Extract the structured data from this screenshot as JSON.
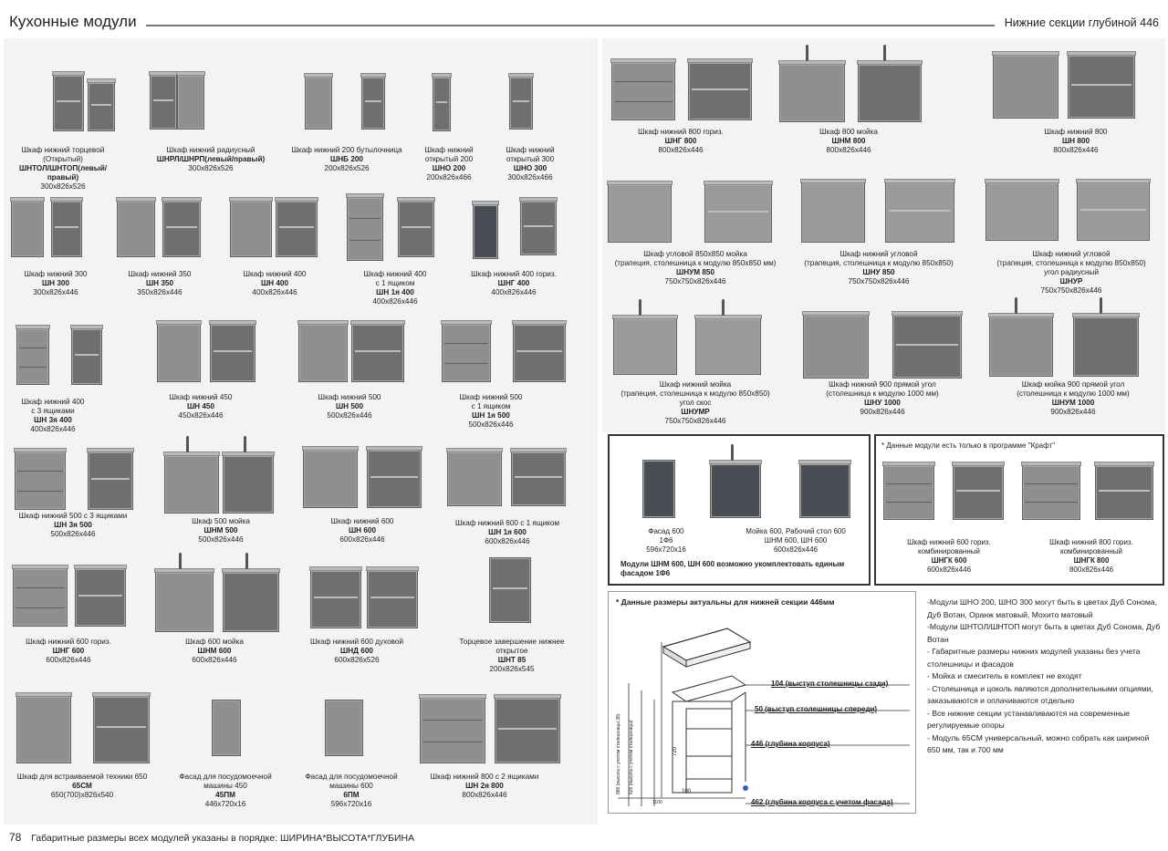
{
  "header": {
    "title": "Кухонные модули",
    "section": "Нижние секции глубиной  446"
  },
  "footer": {
    "page_number": "78",
    "text": "Габаритные размеры всех модулей указаны в порядке: ШИРИНА*ВЫСОТА*ГЛУБИНА"
  },
  "items": [
    {
      "lines": [
        "Шкаф нижний торцевой",
        "(Открытый)"
      ],
      "code": "ШНТОЛ/ШНТОП(левый/правый)",
      "size": "300x826x526"
    },
    {
      "lines": [
        "Шкаф нижний радиусный"
      ],
      "code": "ШНРЛ/ШНРП(левый/правый)",
      "size": "300x826x526"
    },
    {
      "lines": [
        "Шкаф нижний 200 бутылочница"
      ],
      "code": "ШНБ 200",
      "size": "200x826x526"
    },
    {
      "lines": [
        "Шкаф нижний",
        "открытый 200"
      ],
      "code": "ШНО 200",
      "size": "200x826x466"
    },
    {
      "lines": [
        "Шкаф нижний",
        "открытый 300"
      ],
      "code": "ШНО 300",
      "size": "300x826x466"
    },
    {
      "lines": [
        "Шкаф нижний 300"
      ],
      "code": "ШН 300",
      "size": "300x826x446"
    },
    {
      "lines": [
        "Шкаф нижний 350"
      ],
      "code": "ШН 350",
      "size": "350x826x446"
    },
    {
      "lines": [
        "Шкаф нижний 400"
      ],
      "code": "ШН 400",
      "size": "400x826x446"
    },
    {
      "lines": [
        "Шкаф нижний 400",
        "с 1 ящиком"
      ],
      "code": "ШН 1я 400",
      "size": "400x826x446"
    },
    {
      "lines": [
        "Шкаф нижний 400 гориз."
      ],
      "code": "ШНГ 400",
      "size": "400x826x446"
    },
    {
      "lines": [
        "Шкаф нижний 400",
        "с 3 ящиками"
      ],
      "code": "ШН 3я 400",
      "size": "400x826x446"
    },
    {
      "lines": [
        "Шкаф нижний 450"
      ],
      "code": "ШН 450",
      "size": "450x826x446"
    },
    {
      "lines": [
        "Шкаф нижний 500"
      ],
      "code": "ШН 500",
      "size": "500x826x446"
    },
    {
      "lines": [
        "Шкаф нижний 500",
        "с 1 ящиком"
      ],
      "code": "ШН 1я 500",
      "size": "500x826x446"
    },
    {
      "lines": [
        "Шкаф нижний 500 с 3 ящиками"
      ],
      "code": "ШН 3я 500",
      "size": "500x826x446"
    },
    {
      "lines": [
        "Шкаф 500 мойка"
      ],
      "code": "ШНМ 500",
      "size": "500x826x446"
    },
    {
      "lines": [
        "Шкаф нижний 600"
      ],
      "code": "ШН 600",
      "size": "600x826x446"
    },
    {
      "lines": [
        "Шкаф нижний 600 с 1 ящиком"
      ],
      "code": "ШН 1я 600",
      "size": "600x826x446"
    },
    {
      "lines": [
        "Шкаф нижний 600 гориз."
      ],
      "code": "ШНГ 600",
      "size": "600x826x446"
    },
    {
      "lines": [
        "Шкаф 600 мойка"
      ],
      "code": "ШНМ 600",
      "size": "600x826x446"
    },
    {
      "lines": [
        "Шкаф нижний 600 духовой"
      ],
      "code": "ШНД 600",
      "size": "600x826x526"
    },
    {
      "lines": [
        "Торцевое завершение нижнее",
        "открытое"
      ],
      "code": "ШНТ 85",
      "size": "200x826x545"
    },
    {
      "lines": [
        "Шкаф для встраиваемой техники 650"
      ],
      "code": "65СМ",
      "size": "650(700)x826x540"
    },
    {
      "lines": [
        "Фасад для посудомоечной",
        "машины 450"
      ],
      "code": "45ПМ",
      "size": "446x720x16"
    },
    {
      "lines": [
        "Фасад для посудомоечной",
        "машины 600"
      ],
      "code": "6ПМ",
      "size": "596x720x16"
    },
    {
      "lines": [
        "Шкаф нижний 800 с 2 ящиками"
      ],
      "code": "ШН 2я 800",
      "size": "800x826x446"
    },
    {
      "lines": [
        "Шкаф нижний 800 гориз."
      ],
      "code": "ШНГ 800",
      "size": "800x826x446"
    },
    {
      "lines": [
        "Шкаф  800 мойка"
      ],
      "code": "ШНМ 800",
      "size": "800x826x446"
    },
    {
      "lines": [
        "Шкаф нижний 800"
      ],
      "code": "ШН 800",
      "size": "800x826x446"
    },
    {
      "lines": [
        "Шкаф угловой 850x850 мойка",
        "(трапеция,  столешница к модулю 850x850 мм)"
      ],
      "code": "ШНУМ 850",
      "size": "750x750x826x446"
    },
    {
      "lines": [
        "Шкаф нижний угловой",
        "(трапеция, столешница к модулю 850x850)"
      ],
      "code": "ШНУ 850",
      "size": "750x750x826x446"
    },
    {
      "lines": [
        "Шкаф нижний угловой",
        "(трапеция, столешница к модулю 850x850)",
        "угол радиусный"
      ],
      "code": "ШНУР",
      "size": "750x750x826x446"
    },
    {
      "lines": [
        "Шкаф нижний мойка",
        "(трапеция, столешница к модулю 850x850)",
        "угол скос"
      ],
      "code": "ШНУМР",
      "size": "750x750x826x446"
    },
    {
      "lines": [
        "Шкаф нижний 900 прямой угол",
        "(столешница к модулю 1000 мм)"
      ],
      "code": "ШНУ 1000",
      "size": "900x826x446"
    },
    {
      "lines": [
        "Шкаф  мойка 900 прямой угол",
        "(столешница к модулю 1000 мм)"
      ],
      "code": "ШНУМ 1000",
      "size": "900x826x446"
    }
  ],
  "box1": {
    "facade_lines": [
      "Фасад 600",
      "1Ф6",
      "596x720x16"
    ],
    "sink_lines": [
      "Мойка 600, Рабочий стол 600",
      "ШНМ 600, ШН 600",
      "600x826x446"
    ],
    "note": "Модули  ШНМ  600,  ШН  600  возможно  укомплектовать единым фасадом 1Ф6"
  },
  "box2": {
    "note": "* Данные модули есть только в программе \"Крафт\"",
    "items": [
      {
        "lines": [
          "Шкаф нижний 600 гориз.",
          "комбинированный"
        ],
        "code": "ШНГК 600",
        "size": "600x826x446"
      },
      {
        "lines": [
          "Шкаф нижний 800 гориз.",
          "комбинированный"
        ],
        "code": "ШНГК 800",
        "size": "800x826x446"
      }
    ]
  },
  "dimensions": {
    "title": "* Данные размеры актуальны для нижней секции 446мм",
    "labels": [
      "104 (выступ столешницы сзади)",
      "50 (выступ столешницы спереди)",
      "446 (глубина корпуса)",
      "462 (глубина корпуса с учетом фасада)"
    ],
    "axis": [
      "720",
      "100",
      "886 (высота с учетом столешницы 38)",
      "826 (высота с учетом столешницы)",
      "1100"
    ]
  },
  "notes": [
    "-Модули ШНО 200, ШНО 300 могут быть в цветах Дуб Сонома, Дуб Вотан, Оранж матовый, Мохито матовый",
    "-Модули ШНТОЛ/ШНТОП могут быть в цветах Дуб Сонома, Дуб Вотан",
    "- Габаритные размеры нижних модулей указаны без учета столешницы и фасадов",
    "- Мойка и смеситель в комплект не входят",
    "- Столешница и цоколь являются дополнительными опциями, заказываются и оплачиваются отдельно",
    "- Все нижние секции устанавливаются на современные регулируемые опоры",
    "- Модуль 65СМ универсальный, можно собрать как шириной 650 мм, так и 700 мм"
  ]
}
